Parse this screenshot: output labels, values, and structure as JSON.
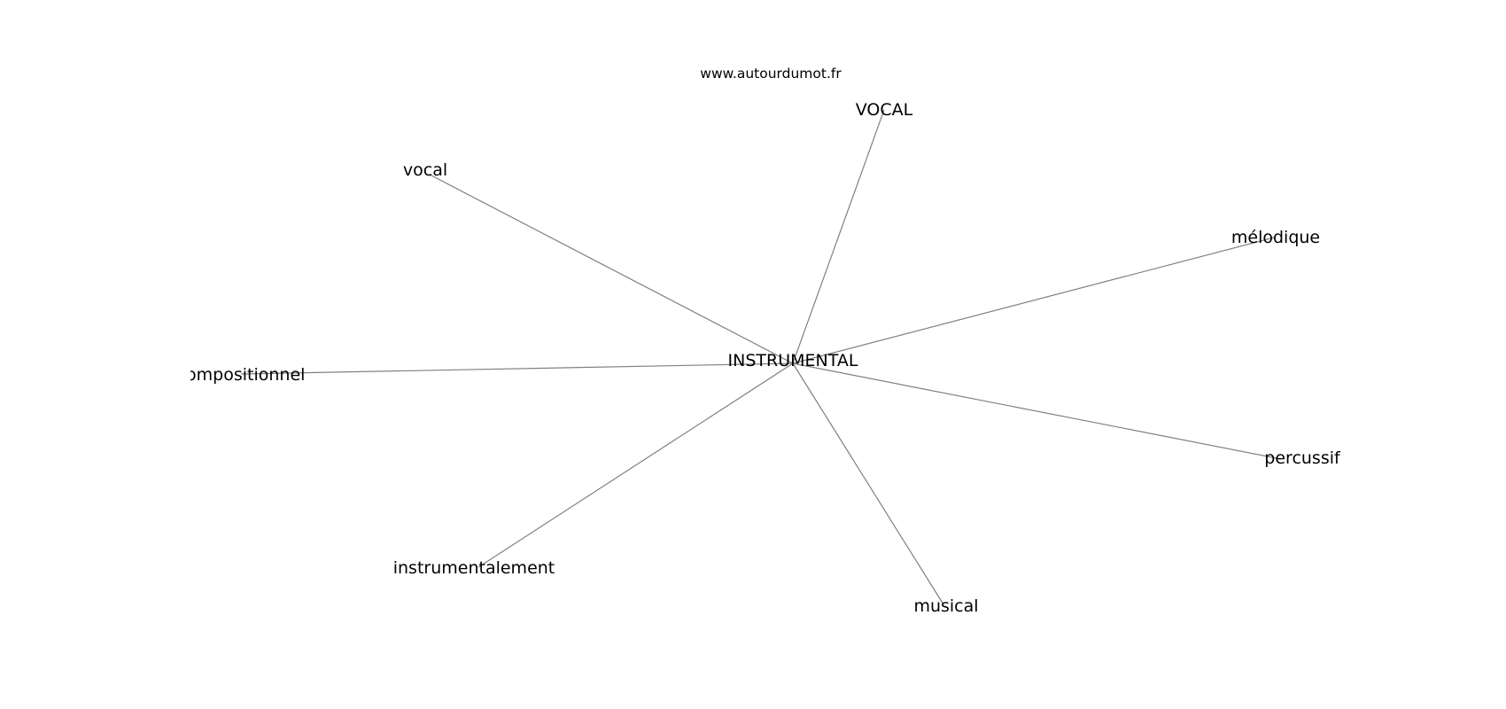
{
  "watermark": "www.autourdumot.fr",
  "graph": {
    "center": {
      "label": "INSTRUMENTAL"
    },
    "nodes": [
      {
        "id": "vocal-upper",
        "label": "VOCAL"
      },
      {
        "id": "vocal",
        "label": "vocal"
      },
      {
        "id": "melodique",
        "label": "mélodique"
      },
      {
        "id": "compositionnel",
        "label": "compositionnel"
      },
      {
        "id": "percussif",
        "label": "percussif"
      },
      {
        "id": "instrumentalement",
        "label": "instrumentalement"
      },
      {
        "id": "musical",
        "label": "musical"
      }
    ]
  },
  "colors": {
    "edge": "#808080",
    "text": "#000000",
    "background": "#ffffff"
  }
}
